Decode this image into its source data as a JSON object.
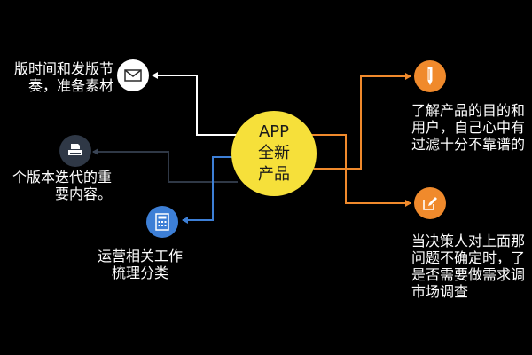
{
  "center": {
    "lines": [
      "APP",
      "全新",
      "产品"
    ]
  },
  "colors": {
    "background": "#000000",
    "center_fill": "#f6e03a",
    "white_branch": "#ffffff",
    "gray_branch": "#2f3846",
    "blue_branch": "#3d7fd6",
    "orange_branch": "#f08a2c"
  },
  "branches": {
    "schedule": {
      "icon": "envelope-icon",
      "lines": [
        "版时间和发版节",
        "奏，准备素材"
      ]
    },
    "iteration": {
      "icon": "printer-icon",
      "lines": [
        "个版本迭代的重",
        "要内容。"
      ]
    },
    "operations": {
      "icon": "calculator-icon",
      "lines": [
        "运营相关工作",
        "梳理分类"
      ]
    },
    "purpose": {
      "icon": "pencil-icon",
      "lines": [
        "了解产品的目的和",
        "用户，自己心中有",
        "过滤十分不靠谱的"
      ]
    },
    "decision": {
      "icon": "edit-icon",
      "lines": [
        "当决策人对上面那",
        "问题不确定时，了",
        "是否需要做需求调",
        "市场调查"
      ]
    }
  }
}
